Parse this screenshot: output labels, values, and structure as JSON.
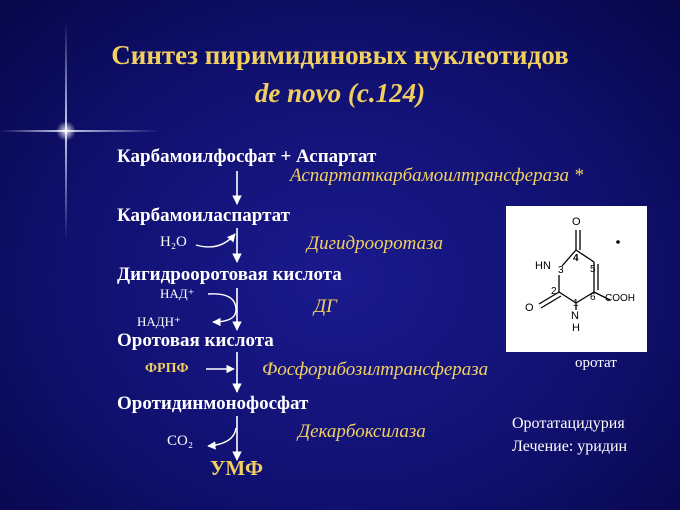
{
  "slide": {
    "title": "Синтез пиримидиновых нуклеотидов",
    "subtitle": "de novo (с.124)"
  },
  "pathway": {
    "steps": [
      "Карбамоилфосфат + Аспартат",
      "Карбамоиласпартат",
      "Дигидрооротовая кислота",
      "Оротовая кислота",
      "Оротидинмонофосфат",
      "УМФ"
    ],
    "enzymes": {
      "e1": "Аспартаткарбамоилтрансфераза *",
      "e2": "Дигидрооротаза",
      "e3": "ДГ",
      "e4": "Фосфорибозилтрансфераза",
      "e5": "Декарбоксилаза"
    },
    "cofactors": {
      "h2o": "H₂O",
      "nad": "НАД⁺",
      "nadh": "НАДН⁺",
      "prpp": "ФРПФ",
      "co2": "CO₂"
    }
  },
  "molecule": {
    "caption": "оротат",
    "atoms": {
      "o_top": "O",
      "hn": "HN",
      "o_left": "O",
      "n": "N",
      "h": "H",
      "cooh": "COOH",
      "n1": "1",
      "n2": "2",
      "n3": "3",
      "n4": "4",
      "n5": "5",
      "n6": "6"
    }
  },
  "note": {
    "line1": "Оротатацидурия",
    "line2": "Лечение: уридин"
  },
  "colors": {
    "background": "#12127a",
    "title": "#f2d060",
    "text": "#ffffff",
    "enzyme": "#f2d060"
  }
}
